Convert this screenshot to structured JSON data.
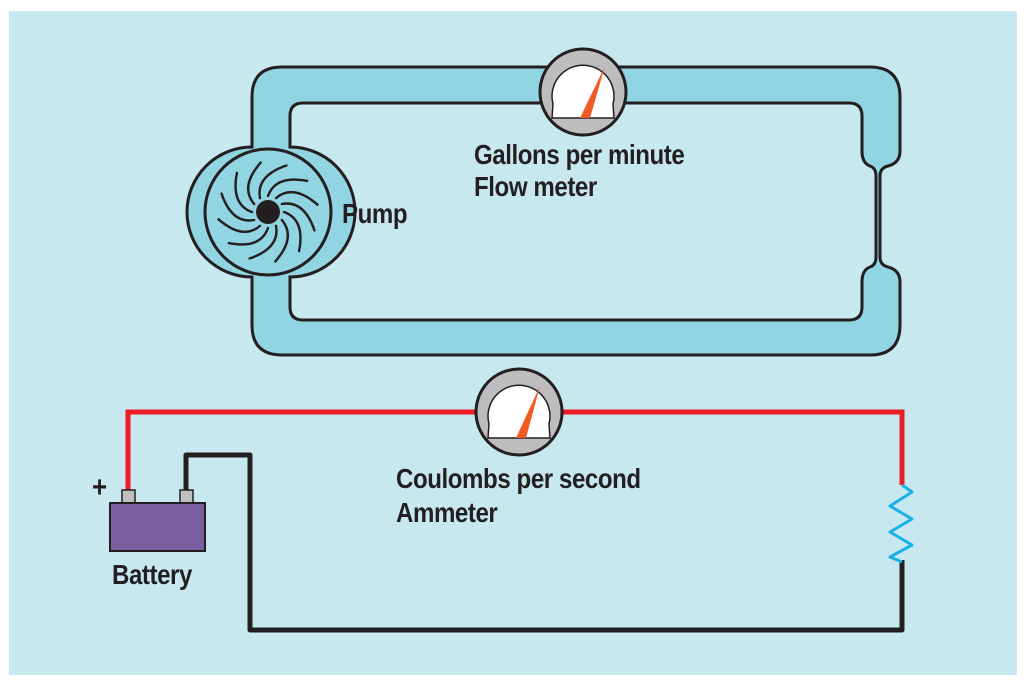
{
  "figure": {
    "water_circuit": {
      "pump_label": "Pump",
      "meter_label_line1": "Gallons per minute",
      "meter_label_line2": "Flow meter"
    },
    "electric_circuit": {
      "battery_label": "Battery",
      "positive_symbol": "+",
      "meter_label_line1": "Coulombs per second",
      "meter_label_line2": "Ammeter"
    },
    "colors": {
      "background": "#c8e8f0",
      "pipe_fill": "#92d5e2",
      "outline": "#231f20",
      "positive_wire": "#ed1c24",
      "negative_wire": "#231f20",
      "resistor": "#1ab0e8",
      "battery": "#7b5fa0",
      "terminal": "#c0c0c0",
      "gauge_bezel": "#bdbdbf",
      "gauge_needle": "#f15a24"
    }
  }
}
